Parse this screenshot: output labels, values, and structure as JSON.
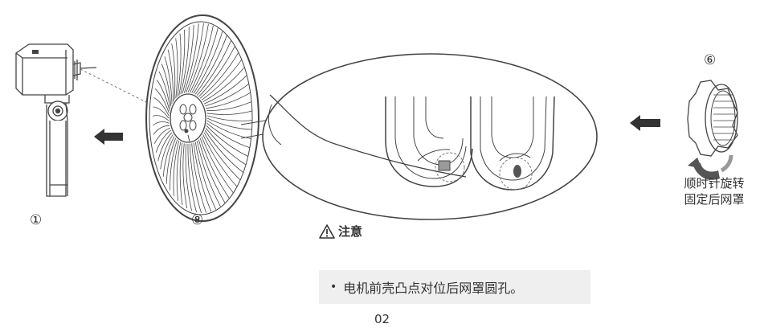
{
  "steps": {
    "motor_num": "①",
    "guard_num": "⑧",
    "nut_num": "⑥"
  },
  "rotate_instruction": [
    "顺时针旋转",
    "固定后网罩"
  ],
  "caution": {
    "icon": "warning-triangle-icon",
    "title": "注意"
  },
  "note": {
    "bullet": "•",
    "text": "电机前壳凸点对位后网罩圆孔。"
  },
  "page_number": "02"
}
